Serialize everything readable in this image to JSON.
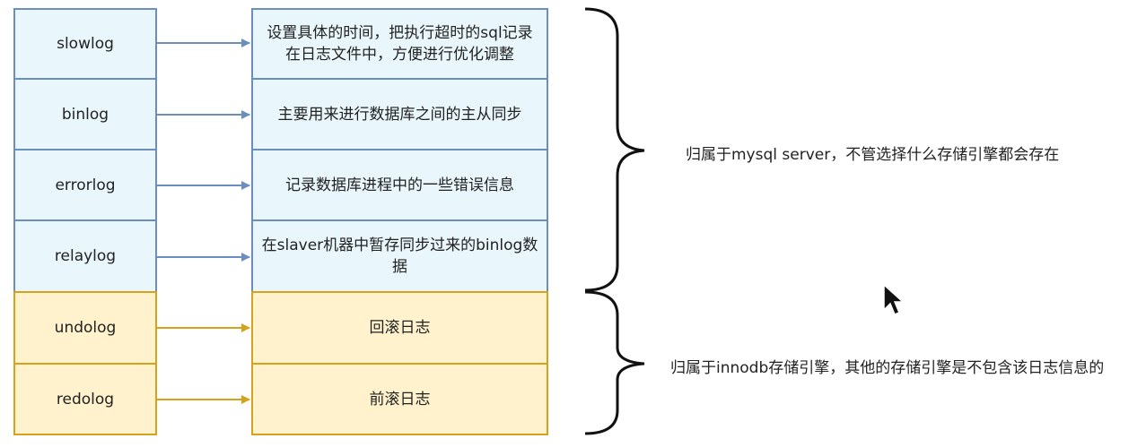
{
  "rows": [
    {
      "name": "slowlog",
      "desc": "设置具体的时间，把执行超时的sql记录在日志文件中，方便进行优化调整",
      "group": "blue"
    },
    {
      "name": "binlog",
      "desc": "主要用来进行数据库之间的主从同步",
      "group": "blue"
    },
    {
      "name": "errorlog",
      "desc": "记录数据库进程中的一些错误信息",
      "group": "blue"
    },
    {
      "name": "relaylog",
      "desc": "在slaver机器中暂存同步过来的binlog数据",
      "group": "blue"
    },
    {
      "name": "undolog",
      "desc": "回滚日志",
      "group": "yellow"
    },
    {
      "name": "redolog",
      "desc": "前滚日志",
      "group": "yellow"
    }
  ],
  "groups": {
    "server_note": "归属于mysql server，不管选择什么存储引擎都会存在",
    "innodb_note": "归属于innodb存储引擎，其他的存储引擎是不包含该日志信息的"
  },
  "colors": {
    "blue_fill": "#e9f7fd",
    "blue_stroke": "#6c8ebf",
    "yellow_fill": "#fff2cc",
    "yellow_stroke": "#d6a21a"
  }
}
